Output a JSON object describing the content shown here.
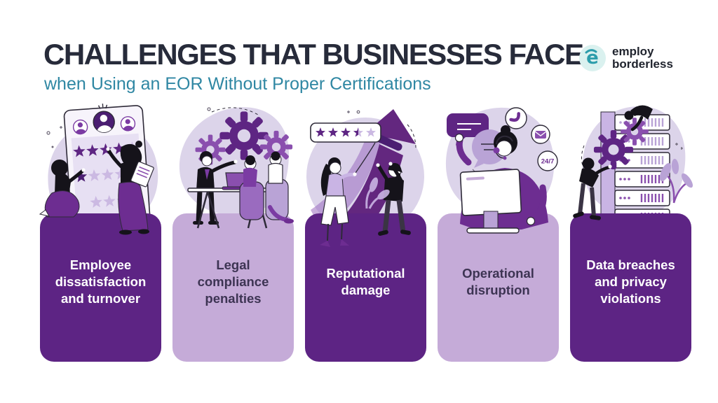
{
  "header": {
    "title": "CHALLENGES THAT BUSINESSES FACE",
    "subtitle": "when Using an EOR Without Proper Certifications"
  },
  "logo": {
    "mark_letter": "e",
    "line1": "employ",
    "line2": "borderless"
  },
  "cards": [
    {
      "variant": "dark",
      "illustration": "rating-board",
      "lines": [
        "Employee",
        "dissatisfaction",
        "and turnover"
      ],
      "star_rows": [
        {
          "filled": 4,
          "light": 1
        },
        {
          "filled": 1,
          "light": 4
        },
        {
          "filled": 0,
          "light": 3
        }
      ]
    },
    {
      "variant": "light",
      "illustration": "meeting-gears",
      "lines": [
        "Legal",
        "compliance",
        "penalties"
      ]
    },
    {
      "variant": "dark",
      "illustration": "rising-arrow",
      "lines": [
        "Reputational",
        "damage"
      ],
      "rating": {
        "filled_stars": 3.5,
        "total_stars": 5
      }
    },
    {
      "variant": "light",
      "illustration": "support-monitor",
      "lines": [
        "Operational",
        "disruption"
      ],
      "badge": "24/7"
    },
    {
      "variant": "dark",
      "illustration": "server-rack",
      "lines": [
        "Data breaches",
        "and privacy",
        "violations"
      ]
    }
  ],
  "colors": {
    "title": "#272b3a",
    "subtitle_teal": "#2f87a3",
    "card_dark": "#5d2484",
    "card_light": "#c5abd8",
    "blob_lavender": "#dcd4ea",
    "accent_purple": "#8a4fae",
    "clothes_purple": "#6d2d91",
    "star_dark": "#5e2583",
    "star_light": "#cbb9e2",
    "outline": "#2e2a38",
    "logo_teal": "#2c9dab",
    "logo_circle_bg": "#daf1ef",
    "label_on_dark": "#ffffff",
    "label_on_light": "#3d3453"
  }
}
